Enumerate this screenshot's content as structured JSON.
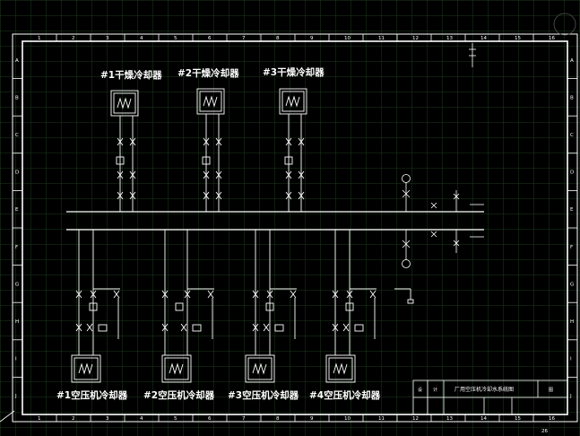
{
  "drawing": {
    "dryer_coolers": [
      "#1干燥冷却器",
      "#2干燥冷却器",
      "#3干燥冷却器"
    ],
    "compressor_coolers": [
      "#1空压机冷却器",
      "#2空压机冷却器",
      "#3空压机冷却器",
      "#4空压机冷却器"
    ],
    "title_block": {
      "title": "厂用空压机冷却水系统图",
      "sheet_label": "图",
      "page": "26",
      "col_a": "设",
      "col_b": "计"
    },
    "border_columns": [
      "1",
      "2",
      "3",
      "4",
      "5",
      "6",
      "7",
      "8",
      "9",
      "10",
      "11",
      "12",
      "13",
      "14",
      "15",
      "16"
    ],
    "border_rows": [
      "A",
      "B",
      "C",
      "D",
      "E",
      "F",
      "G",
      "H",
      "I",
      "J"
    ],
    "colors": {
      "background": "#000000",
      "lines": "#ffffff",
      "grid": "#1d3a1d"
    }
  }
}
